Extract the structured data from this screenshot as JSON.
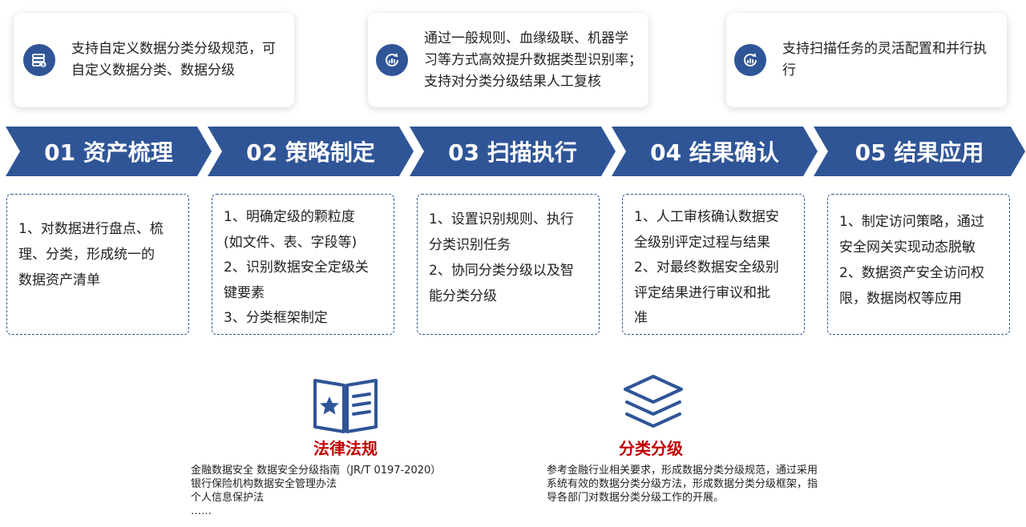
{
  "features": [
    {
      "lines": [
        "支持自定义数据分类分级规范，可",
        "自定义数据分类、数据分级"
      ],
      "icon": "database-icon"
    },
    {
      "lines": [
        "通过一般规则、血缘级联、机器学",
        "习等方式高效提升数据类型识别率；",
        "支持对分类分级结果人工复核"
      ],
      "icon": "refresh-chart-icon"
    },
    {
      "lines": [
        "支持扫描任务的灵活配置和并行执",
        "行"
      ],
      "icon": "refresh-chart-icon"
    }
  ],
  "steps": [
    {
      "label": "01 资产梳理",
      "desc": [
        "1、对数据进行盘点、梳",
        "理、分类，形成统一的",
        "数据资产清单"
      ]
    },
    {
      "label": "02 策略制定",
      "desc": [
        "1、明确定级的颗粒度",
        "(如文件、表、字段等)",
        "2、识别数据安全定级关",
        "键要素",
        "3、分类框架制定"
      ]
    },
    {
      "label": "03 扫描执行",
      "desc": [
        "1、设置识别规则、执行",
        "分类识别任务",
        "2、协同分类分级以及智",
        "能分类分级"
      ]
    },
    {
      "label": "04 结果确认",
      "desc": [
        "1、人工审核确认数据安",
        "全级别评定过程与结果",
        "2、对最终数据安全级别",
        "评定结果进行审议和批",
        "准"
      ]
    },
    {
      "label": "05 结果应用",
      "desc": [
        "1、制定访问策略，通过",
        "安全网关实现动态脱敏",
        "2、数据资产安全访问权",
        "限，数据岗权等应用"
      ]
    }
  ],
  "law": {
    "title": "法律法规",
    "lines": [
      "金融数据安全 数据安全分级指南（JR/T 0197-2020）",
      "银行保险机构数据安全管理办法",
      "个人信息保护法",
      "……"
    ]
  },
  "classify": {
    "title": "分类分级",
    "lines": [
      "参考金融行业相关要求，形成数据分类分级规范，通过采用",
      "系统有效的数据分类分级方法，形成数据分类分级框架，指",
      "导各部门对数据分类分级工作的开展。"
    ]
  },
  "colors": {
    "primary": "#2f5597",
    "accent": "#c00000"
  }
}
